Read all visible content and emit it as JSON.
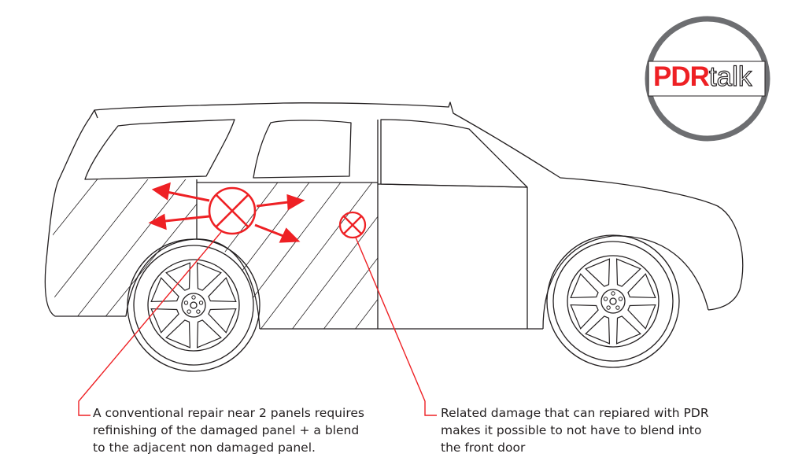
{
  "colors": {
    "accent_red": "#ee2024",
    "outline": "#231f20",
    "logo_ring": "#6d6e71"
  },
  "logo": {
    "part1": "PDR",
    "part2": "talk",
    "icon": "pdrtalk-logo-icon"
  },
  "callouts": {
    "conventional_repair": "A conventional repair near 2 panels requires\nrefinishing of the damaged panel + a blend\nto the adjacent non damaged panel.",
    "pdr_related_damage": "Related damage that can repiared with PDR\nmakes it possible to not have to blend into\nthe front door"
  }
}
